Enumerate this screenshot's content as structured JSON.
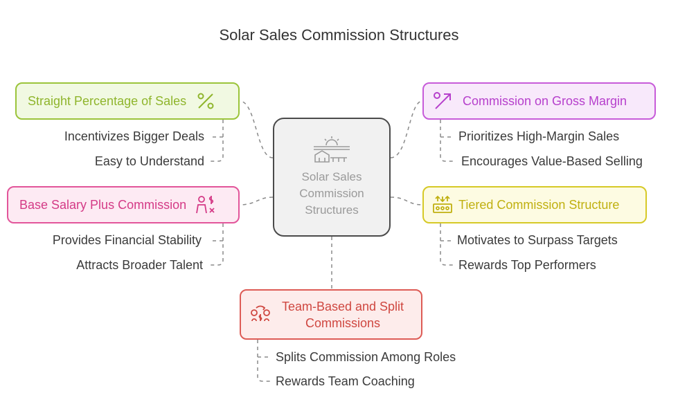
{
  "title": "Solar Sales Commission Structures",
  "center": {
    "label": "Solar Sales Commission Structures",
    "icon": "solar-house-icon"
  },
  "nodes": {
    "straight": {
      "label": "Straight Percentage of Sales",
      "icon": "percent-icon",
      "color": "#9bc43a",
      "items": [
        "Incentivizes Bigger Deals",
        "Easy to Understand"
      ]
    },
    "gross": {
      "label": "Commission on Gross Margin",
      "icon": "growth-arrow-icon",
      "color": "#c75bd9",
      "items": [
        "Prioritizes High-Margin Sales",
        "Encourages Value-Based Selling"
      ]
    },
    "base": {
      "label": "Base Salary Plus Commission",
      "icon": "person-money-icon",
      "color": "#e2559a",
      "items": [
        "Provides Financial Stability",
        "Attracts Broader Talent"
      ]
    },
    "tiered": {
      "label": "Tiered Commission Structure",
      "icon": "tier-levels-icon",
      "color": "#d6c926",
      "items": [
        "Motivates to Surpass Targets",
        "Rewards Top Performers"
      ]
    },
    "team": {
      "label": "Team-Based and Split Commissions",
      "icon": "team-split-icon",
      "color": "#dd5b55",
      "items": [
        "Splits Commission Among Roles",
        "Rewards Team Coaching"
      ]
    }
  }
}
